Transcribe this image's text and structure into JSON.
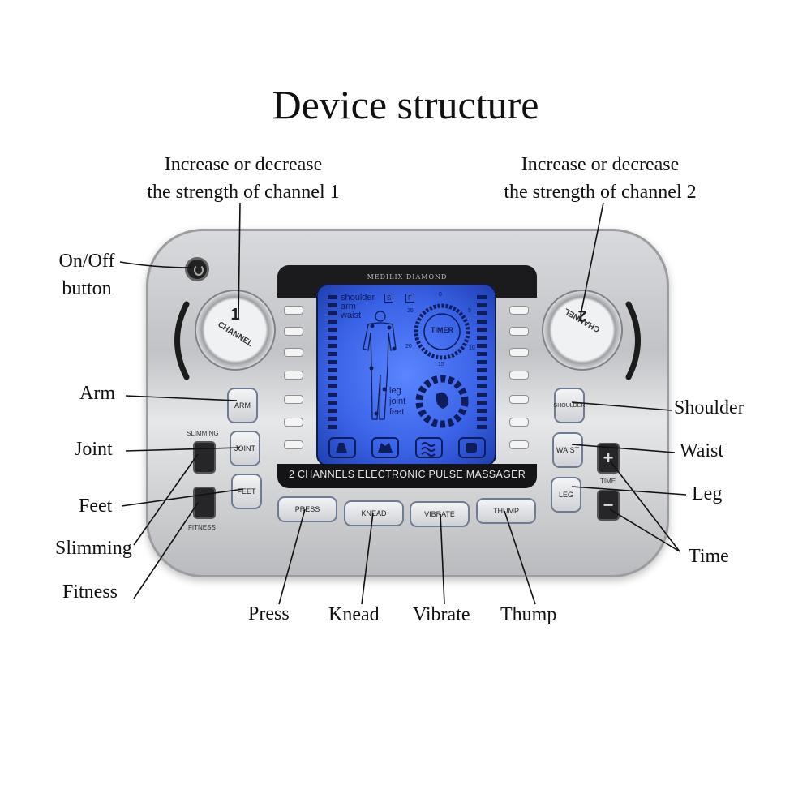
{
  "title": "Device structure",
  "device": {
    "brand": "MEDILIX DIAMOND",
    "panel_label": "2 CHANNELS ELECTRONIC PULSE MASSAGER",
    "knob1": {
      "number": "1",
      "label": "CHANNEL"
    },
    "knob2": {
      "number": "2",
      "label": "CHANNEL"
    },
    "lcd": {
      "body_parts": [
        "shoulder",
        "arm",
        "waist"
      ],
      "lower_parts": [
        "leg",
        "joint",
        "feet"
      ],
      "mode_flags": [
        "S",
        "F"
      ],
      "timer_label": "TIMER",
      "timer_marks": [
        "0",
        "5",
        "10",
        "15",
        "20",
        "25"
      ]
    },
    "buttons": {
      "arm": "ARM",
      "joint": "JOINT",
      "feet": "FEET",
      "slimming": "SLIMMING",
      "fitness": "FITNESS",
      "shoulder": "SHOULDER",
      "waist": "WAIST",
      "leg": "LEG",
      "time": "TIME",
      "plus": "+",
      "minus": "−",
      "press": "PRESS",
      "knead": "KNEAD",
      "vibrate": "VIBRATE",
      "thump": "THUMP"
    }
  },
  "callouts": {
    "ch1_line1": "Increase or decrease",
    "ch1_line2": "the strength of channel 1",
    "ch2_line1": "Increase or decrease",
    "ch2_line2": "the strength of channel 2",
    "onoff_line1": "On/Off",
    "onoff_line2": "button",
    "arm": "Arm",
    "joint": "Joint",
    "feet": "Feet",
    "slimming": "Slimming",
    "fitness": "Fitness",
    "shoulder": "Shoulder",
    "waist": "Waist",
    "leg": "Leg",
    "time": "Time",
    "press": "Press",
    "knead": "Knead",
    "vibrate": "Vibrate",
    "thump": "Thump"
  },
  "colors": {
    "lcd_blue": "#3a62e6",
    "button_border": "#6f7b92",
    "panel_black": "#141416"
  }
}
